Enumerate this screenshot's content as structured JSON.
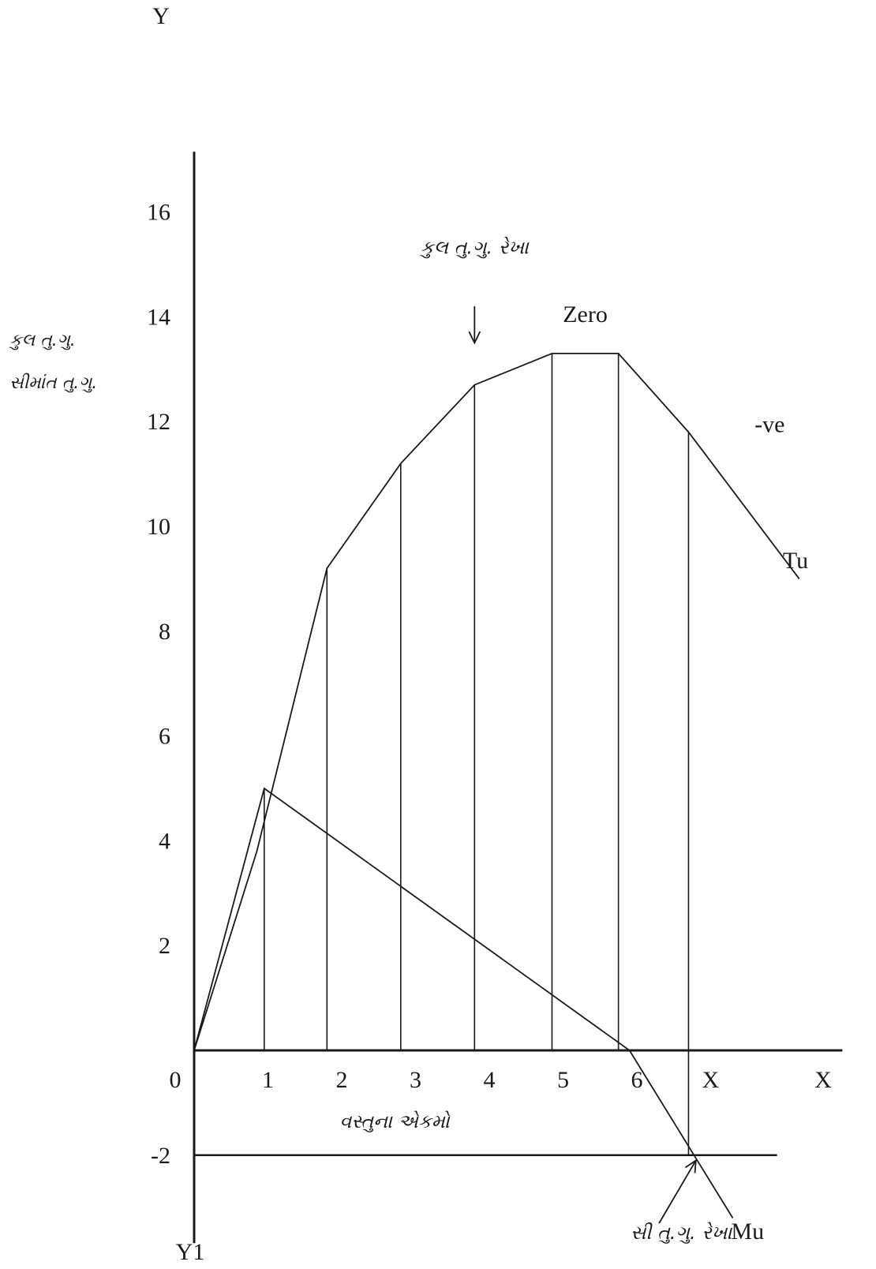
{
  "chart_data": {
    "type": "line",
    "y_axis_top_label": "Y",
    "y_axis_bottom_label": "Y1",
    "x_axis_end_label": "X",
    "ylabel_lines": [
      "કુલ તુ.ગુ.",
      "સીમાંત તુ.ગુ."
    ],
    "xlabel": "વસ્તુના એકમો",
    "origin_label": "0",
    "ylim": [
      -3,
      17
    ],
    "xlim": [
      0,
      8.7
    ],
    "y_ticks": [
      {
        "value": 16,
        "label": "16"
      },
      {
        "value": 14,
        "label": "14"
      },
      {
        "value": 12,
        "label": "12"
      },
      {
        "value": 10,
        "label": "10"
      },
      {
        "value": 8,
        "label": "8"
      },
      {
        "value": 6,
        "label": "6"
      },
      {
        "value": 4,
        "label": "4"
      },
      {
        "value": 2,
        "label": "2"
      },
      {
        "value": -2,
        "label": "-2"
      }
    ],
    "x_ticks": [
      {
        "value": 1,
        "label": "1"
      },
      {
        "value": 2,
        "label": "2"
      },
      {
        "value": 3,
        "label": "3"
      },
      {
        "value": 4,
        "label": "4"
      },
      {
        "value": 5,
        "label": "5"
      },
      {
        "value": 6,
        "label": "6"
      },
      {
        "value": 7,
        "label": "X"
      }
    ],
    "series": [
      {
        "name": "Tu",
        "points": [
          {
            "x": 0,
            "y": 0
          },
          {
            "x": 0.85,
            "y": 3.8
          },
          {
            "x": 1.8,
            "y": 9.2
          },
          {
            "x": 2.8,
            "y": 11.2
          },
          {
            "x": 3.8,
            "y": 12.7
          },
          {
            "x": 4.85,
            "y": 13.3
          },
          {
            "x": 5.75,
            "y": 13.3
          },
          {
            "x": 6.7,
            "y": 11.8
          },
          {
            "x": 8.2,
            "y": 9.0
          }
        ]
      },
      {
        "name": "Mu",
        "points": [
          {
            "x": 0,
            "y": 0
          },
          {
            "x": 0.95,
            "y": 5.0
          },
          {
            "x": 5.9,
            "y": 0
          },
          {
            "x": 7.3,
            "y": -3.2
          }
        ]
      }
    ],
    "drop_lines": [
      {
        "x": 0.95,
        "y": 5.0
      },
      {
        "x": 1.8,
        "y": 9.2
      },
      {
        "x": 2.8,
        "y": 11.2
      },
      {
        "x": 3.8,
        "y": 12.7
      },
      {
        "x": 4.85,
        "y": 13.3
      },
      {
        "x": 5.75,
        "y": 13.3
      },
      {
        "x": 6.7,
        "y": 11.8
      }
    ],
    "reference_line": {
      "y": -2,
      "x_end": 7.9,
      "drop_x": 6.7
    },
    "annotations": [
      {
        "text": "કુલ તુ.ગુ. રેખા",
        "x": 3.8,
        "y": 15.2
      },
      {
        "text": "Zero",
        "x": 5.3,
        "y": 13.9
      },
      {
        "text": "-ve",
        "x": 7.8,
        "y": 11.8
      },
      {
        "text": "Tu",
        "x": 8.15,
        "y": 9.2
      },
      {
        "text": "સી તુ.ગુ. રેખા",
        "x": 6.6,
        "y": -3.6
      },
      {
        "text": "Mu",
        "x": 7.5,
        "y": -3.6
      }
    ],
    "arrows": [
      {
        "from": {
          "x": 3.8,
          "y": 14.2
        },
        "to": {
          "x": 3.8,
          "y": 13.5
        }
      },
      {
        "from": {
          "x": 6.3,
          "y": -3.3
        },
        "to": {
          "x": 6.8,
          "y": -2.1
        }
      }
    ]
  }
}
